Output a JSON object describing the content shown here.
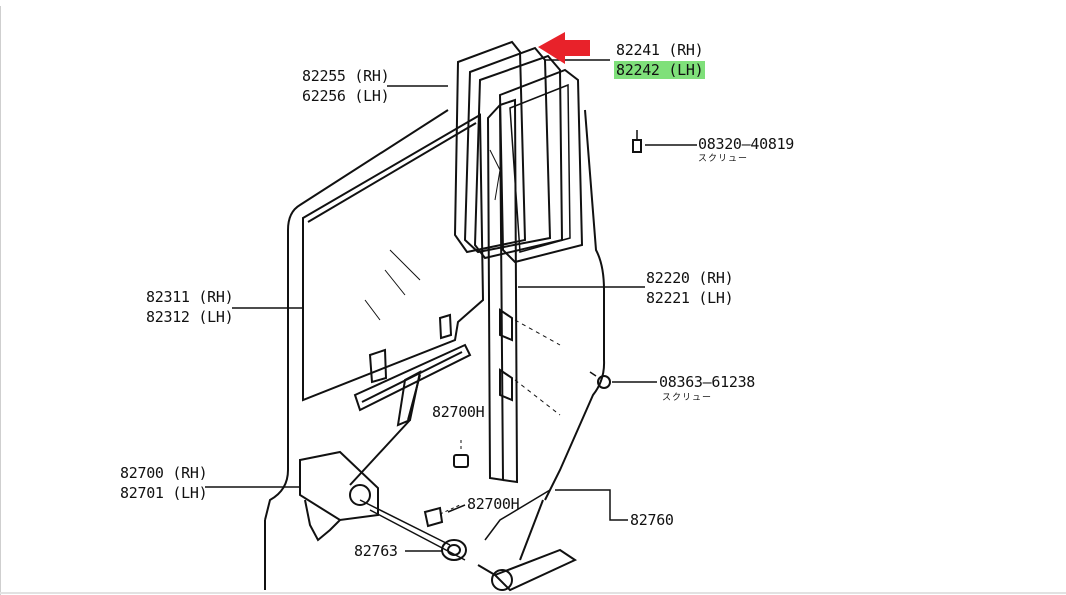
{
  "diagram": {
    "callouts": {
      "top_seal_rh": "82241 (RH)",
      "top_seal_lh": "82242 (LH)",
      "vent_glass_rh": "82255 (RH)",
      "vent_glass_lh": "62256 (LH)",
      "screw_top": "08320—40819",
      "screw_top_jp": "スクリュー",
      "channel_rh": "82220 (RH)",
      "channel_lh": "82221 (LH)",
      "door_glass_rh": "82311 (RH)",
      "door_glass_lh": "82312 (LH)",
      "screw_mid": "08363—61238",
      "screw_mid_jp": "スクリュー",
      "regulator_bolt_1": "82700H",
      "regulator_rh": "82700 (RH)",
      "regulator_lh": "82701 (LH)",
      "regulator_bolt_2": "82700H",
      "handle": "82760",
      "washer": "82763"
    },
    "colors": {
      "line": "#111111",
      "highlight": "#7fe07a",
      "arrow": "#e8222a",
      "frame": "#bdbdbd"
    },
    "highlighted_part": "82242 (LH)"
  }
}
